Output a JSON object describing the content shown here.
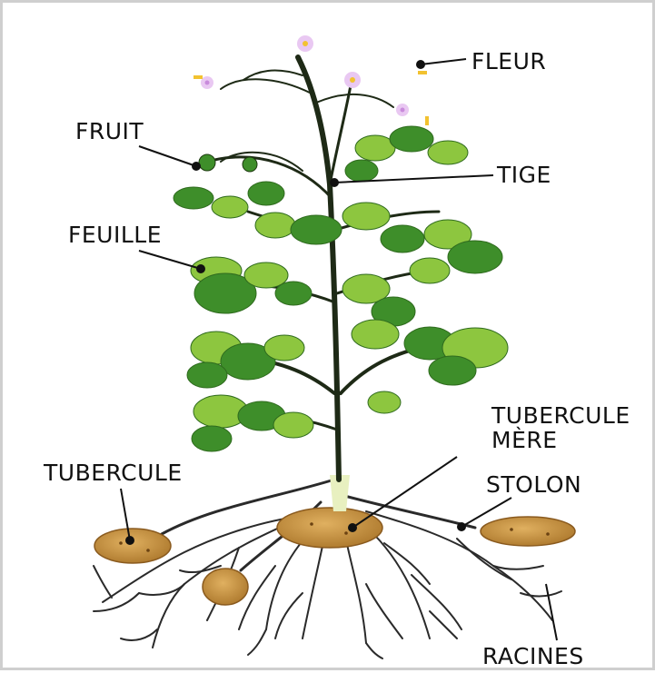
{
  "labels": {
    "fleur": "FLEUR",
    "fruit": "FRUIT",
    "tige": "TIGE",
    "feuille": "FEUILLE",
    "tubercule_mere_1": "TUBERCULE",
    "tubercule_mere_2": "MÈRE",
    "tubercule": "TUBERCULE",
    "stolon": "STOLON",
    "racines": "RACINES"
  },
  "colors": {
    "leaf_light": "#8dc63f",
    "leaf_dark": "#3e8e2a",
    "stem": "#1e2a16",
    "tuber": "#c8943f",
    "tuber_dark": "#8a5a1e",
    "root": "#2a2a2a",
    "flower": "#c98bdc",
    "flower_center": "#f2c230",
    "leader": "#111111"
  },
  "icons": [
    "potato-plant-illustration"
  ]
}
